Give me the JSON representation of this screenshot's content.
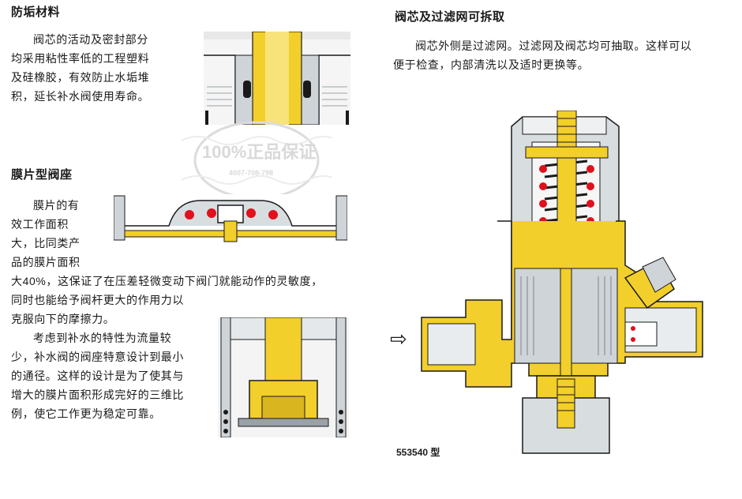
{
  "left": {
    "sec1": {
      "title": "防垢材料",
      "lines": [
        "阀芯的活动及密封部分",
        "均采用粘性率低的工程塑料",
        "及硅橡胶，有效防止水垢堆",
        "积，延长补水阀使用寿命。"
      ]
    },
    "sec2": {
      "title": "膜片型阀座",
      "lines_narrow": [
        "膜片的有",
        "效工作面积",
        "大，比同类产",
        "品的膜片面积"
      ],
      "lines_wide": [
        "大40%，这保证了在压差轻微变动下阀门就能动作的灵敏度，",
        "同时也能给予阀杆更大的作用力以",
        "克服向下的摩擦力。"
      ]
    },
    "sec3": {
      "lines": [
        "考虑到补水的特性为流量较",
        "少，补水阀的阀座特意设计到最小",
        "的通径。这样的设计是为了使其与",
        "增大的膜片面积形成完好的三维比",
        "例，使它工作更为稳定可靠。"
      ]
    }
  },
  "right": {
    "title": "阀芯及过滤网可拆取",
    "lines": [
      "阀芯外侧是过滤网。过滤网及阀芯均可抽取。这样可以",
      "便于检查，内部清洗以及适时更换等。"
    ],
    "flow_arrow": "⇨",
    "model_caption": "553540 型"
  },
  "watermark": {
    "text": "100%正品保证",
    "phone": "4007-708-798"
  },
  "colors": {
    "brass": "#f2cf2a",
    "brass_dark": "#b08a10",
    "steel": "#9aa2a8",
    "steel_light": "#cfd4d8",
    "seal_red": "#e0101c",
    "outline": "#1a1a1a"
  }
}
